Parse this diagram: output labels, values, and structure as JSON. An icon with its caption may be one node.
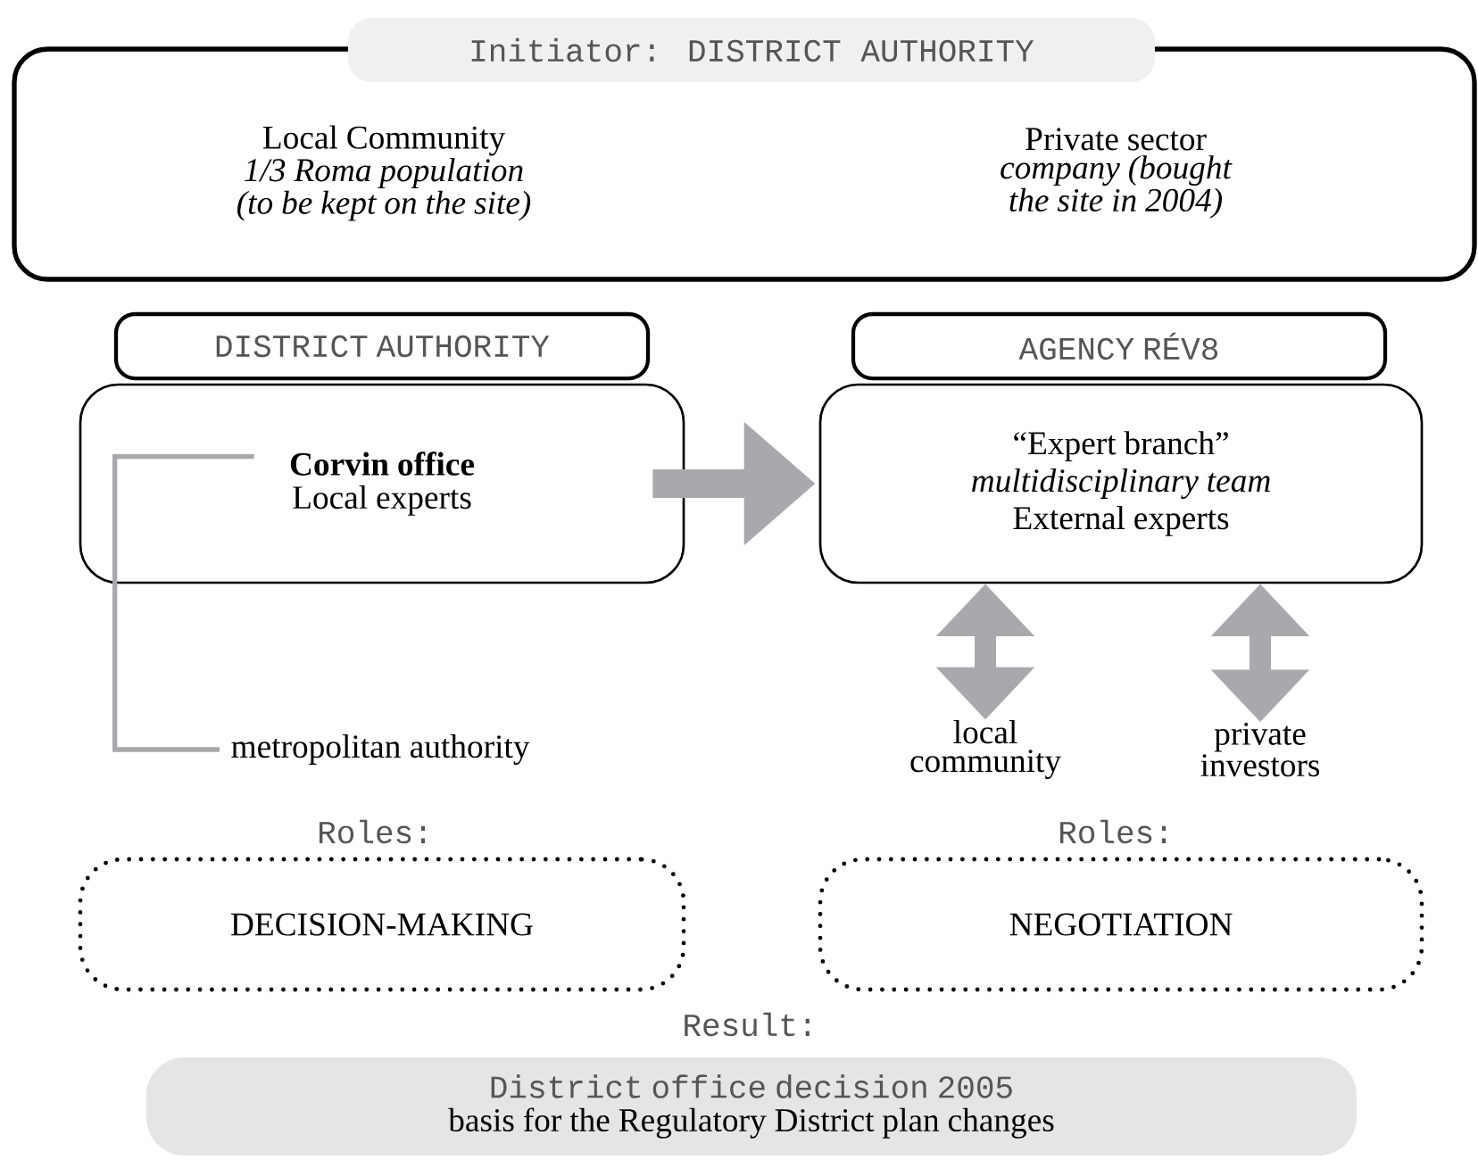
{
  "diagram": {
    "nodes": [
      {
        "text": [
          "Initiator: DISTRICT AUTHORITY",
          "Local Community",
          "1/3 Roma population (to be kept on the site)",
          "Private sector",
          "company (bought the site in 2004)"
        ]
      },
      {
        "text": [
          "DISTRICT AUTHORITY"
        ]
      },
      {
        "text": [
          "Corvin office",
          "Local experts"
        ]
      },
      {
        "text": [
          "AGENCY RÉV8"
        ]
      },
      {
        "text": [
          "“Expert branch”",
          "multidisciplinary team",
          "External experts"
        ]
      },
      {
        "text": [
          "metropolitan authority"
        ]
      },
      {
        "text": [
          "local community"
        ]
      },
      {
        "text": [
          "private investors"
        ]
      },
      {
        "text": [
          "DECISION-MAKING"
        ],
        "beside": [
          "Roles:"
        ]
      },
      {
        "text": [
          "NEGOTIATION"
        ],
        "beside": [
          "Roles:"
        ]
      },
      {
        "text": [
          "District office decision 2005",
          "basis for the Regulatory District plan changes"
        ],
        "beside": [
          "Result:"
        ]
      }
    ],
    "edges": [
      {
        "from": 2,
        "to": 4,
        "arrow": "to"
      },
      {
        "from": 2,
        "to": 5,
        "arrow": "none"
      },
      {
        "from": 4,
        "to": 6,
        "arrow": "both"
      },
      {
        "from": 4,
        "to": 7,
        "arrow": "both"
      }
    ]
  }
}
